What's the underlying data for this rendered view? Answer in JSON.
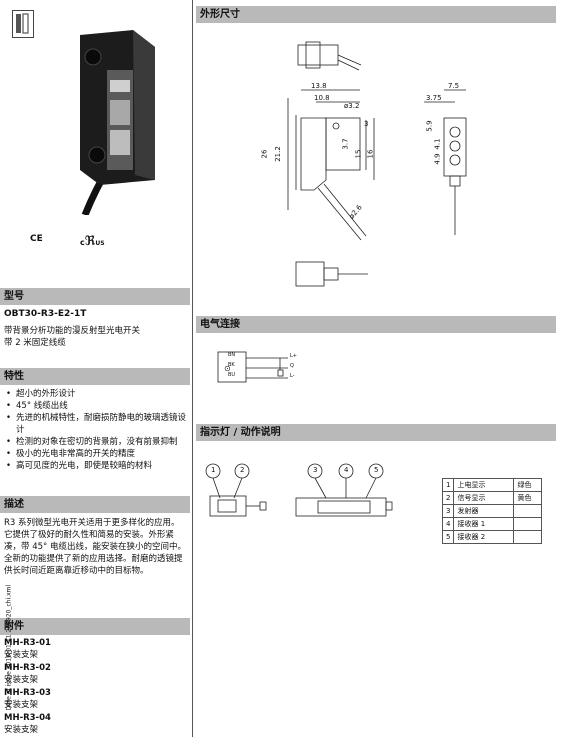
{
  "left": {
    "cert_ce": "CE",
    "cert_ul": "c",
    "cert_ul_mark": "US",
    "model_heading": "型号",
    "model_code": "OBT30-R3-E2-1T",
    "model_desc_1": "带背景分析功能的漫反射型光电开关",
    "model_desc_2": "带 2 米固定线缆",
    "features_heading": "特性",
    "features": [
      "超小的外形设计",
      "45° 线缆出线",
      "先进的机械特性，耐磨损防静电的玻璃透镜设计",
      "检测的对象在密切的背景前，没有前景抑制",
      "极小的光电非常高的开关的精度",
      "高可见度的光电，即使是较暗的材料"
    ],
    "desc_heading": "描述",
    "desc_text": "R3 系列微型光电开关适用于更多样化的应用。它提供了极好的耐久性和简易的安装。外形紧凑，带 45° 电缆出线，能安装在狭小的空间中。全新的功能提供了新的应用选择。耐磨的透镜提供长时间近距离靠近移动中的目标物。",
    "acc_heading": "附件",
    "accessories": [
      {
        "code": "MH-R3-01",
        "desc": "安装支架"
      },
      {
        "code": "MH-R3-02",
        "desc": "安装支架"
      },
      {
        "code": "MH-R3-03",
        "desc": "安装支架"
      },
      {
        "code": "MH-R3-04",
        "desc": "安装支架"
      }
    ],
    "side_note": "Date of issue 2016-01-11  266920_chi.xml"
  },
  "right": {
    "dim_heading": "外形尺寸",
    "dims": {
      "d1": "13.8",
      "d2": "10.8",
      "d3": "ø3.2",
      "d4": "3",
      "d5": "26",
      "d6": "21.2",
      "d7": "3.7",
      "d8": "15",
      "d9": "16",
      "d10": "ø2.6",
      "d11": "7.5",
      "d12": "3.75",
      "d13": "5.9",
      "d14": "4.1",
      "d15": "4.9"
    },
    "elec_heading": "电气连接",
    "wires": {
      "bn": "BN",
      "bk": "BK",
      "bu": "BU",
      "plus": "L+",
      "q": "Q",
      "minus": "L-"
    },
    "ind_heading": "指示灯 / 动作说明",
    "callouts": [
      "1",
      "2",
      "3",
      "4",
      "5"
    ],
    "legend": [
      {
        "num": "1",
        "label": "上电显示",
        "color": "绿色"
      },
      {
        "num": "2",
        "label": "信号显示",
        "color": "黄色"
      },
      {
        "num": "3",
        "label": "发射器",
        "color": ""
      },
      {
        "num": "4",
        "label": "接收器 1",
        "color": ""
      },
      {
        "num": "5",
        "label": "接收器 2",
        "color": ""
      }
    ]
  }
}
